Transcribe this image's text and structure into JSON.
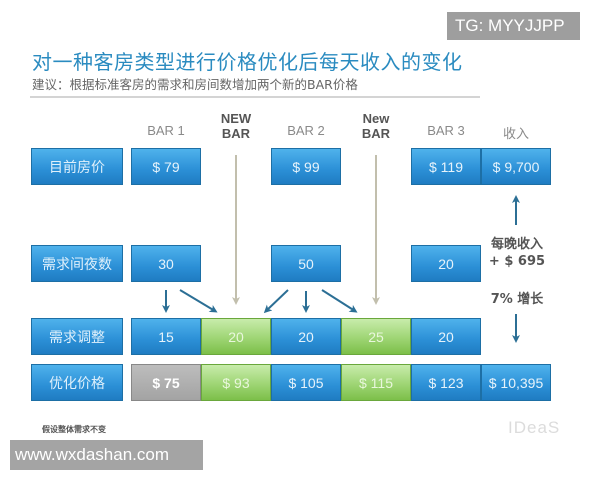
{
  "watermarks": {
    "top": "TG: MYYJJPP",
    "bottom": "www.wxdashan.com"
  },
  "header": {
    "title": "对一种客房类型进行价格优化后每天收入的变化",
    "subtitle": "建议：根据标准客房的需求和房间数增加两个新的BAR价格"
  },
  "columns": [
    {
      "label": "BAR 1"
    },
    {
      "label": "NEW\nBAR",
      "line1": "NEW",
      "line2": "BAR"
    },
    {
      "label": "BAR 2"
    },
    {
      "label": "New\nBAR",
      "line1": "New",
      "line2": "BAR"
    },
    {
      "label": "BAR 3"
    },
    {
      "label": "收入"
    }
  ],
  "rows": {
    "current_price": {
      "label": "目前房价",
      "bar1": "$ 79",
      "bar2": "$ 99",
      "bar3": "$ 119",
      "revenue": "$ 9,700"
    },
    "demand_nights": {
      "label": "需求间夜数",
      "bar1": "30",
      "bar2": "50",
      "bar3": "20"
    },
    "demand_adjust": {
      "label": "需求调整",
      "bar1": "15",
      "new_bar_1": "20",
      "bar2": "20",
      "new_bar_2": "25",
      "bar3": "20"
    },
    "optimized_price": {
      "label": "优化价格",
      "bar1": "$ 75",
      "new_bar_1": "$ 93",
      "bar2": "$ 105",
      "new_bar_2": "$ 115",
      "bar3": "$ 123",
      "revenue": "$ 10,395"
    }
  },
  "revenue_note": {
    "line1": "每晚收入",
    "line2": "+ $ 695",
    "growth": "7% 增长"
  },
  "footnote": "假设整体需求不变",
  "logo": "IDeaS",
  "colors": {
    "blue": "#2b8fd6",
    "green": "#9ed574",
    "grey": "#a3a3a3",
    "title": "#2a8bc0"
  }
}
